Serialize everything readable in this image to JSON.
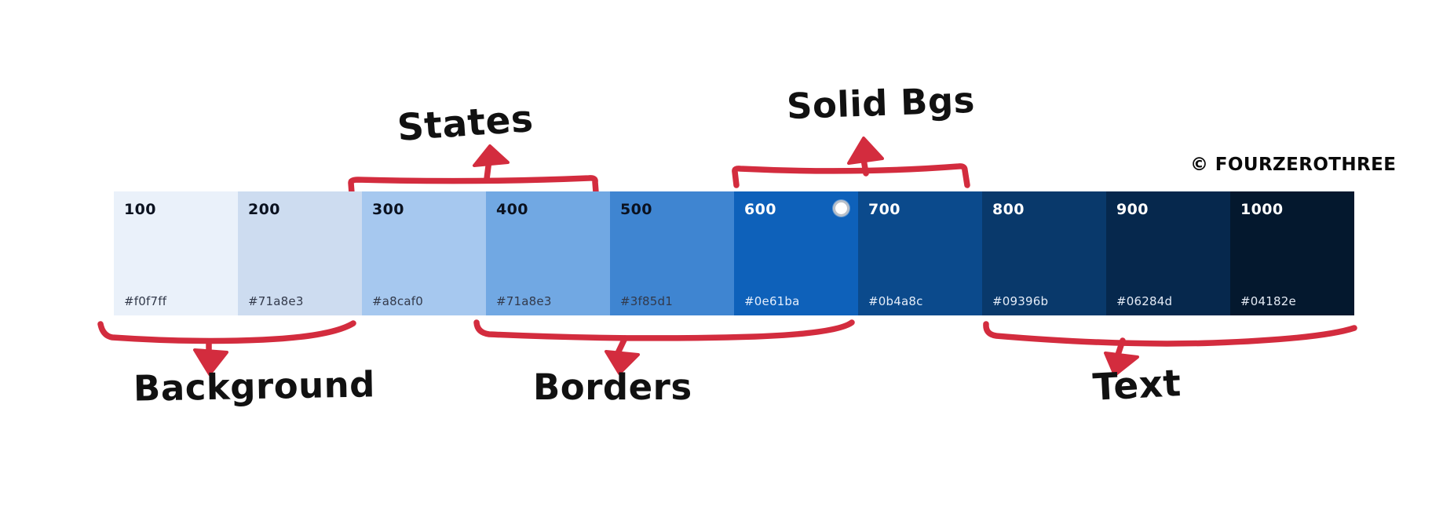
{
  "watermark": {
    "text": "© FOURZEROTHREE"
  },
  "palette": {
    "swatches": [
      {
        "weight": "100",
        "hex": "#f0f7ff",
        "fill": "#eaf1fa"
      },
      {
        "weight": "200",
        "hex": "#71a8e3",
        "fill": "#cddcf0"
      },
      {
        "weight": "300",
        "hex": "#a8caf0",
        "fill": "#a6c8ef"
      },
      {
        "weight": "400",
        "hex": "#71a8e3",
        "fill": "#71a8e3"
      },
      {
        "weight": "500",
        "hex": "#3f85d1",
        "fill": "#3f85d1"
      },
      {
        "weight": "600",
        "hex": "#0e61ba",
        "fill": "#0e61ba",
        "selected": true
      },
      {
        "weight": "700",
        "hex": "#0b4a8c",
        "fill": "#0b4a8c"
      },
      {
        "weight": "800",
        "hex": "#09396b",
        "fill": "#09396b"
      },
      {
        "weight": "900",
        "hex": "#06284d",
        "fill": "#06284d"
      },
      {
        "weight": "1000",
        "hex": "#04182e",
        "fill": "#04182e"
      }
    ]
  },
  "annotations": {
    "accent_red": "#d32c3e",
    "states": {
      "label": "States",
      "targets": "300–400"
    },
    "solid_bgs": {
      "label": "Solid Bgs",
      "targets": "600–700"
    },
    "background": {
      "label": "Background",
      "targets": "100–200"
    },
    "borders": {
      "label": "Borders",
      "targets": "400–600"
    },
    "text": {
      "label": "Text",
      "targets": "800–1000"
    }
  }
}
